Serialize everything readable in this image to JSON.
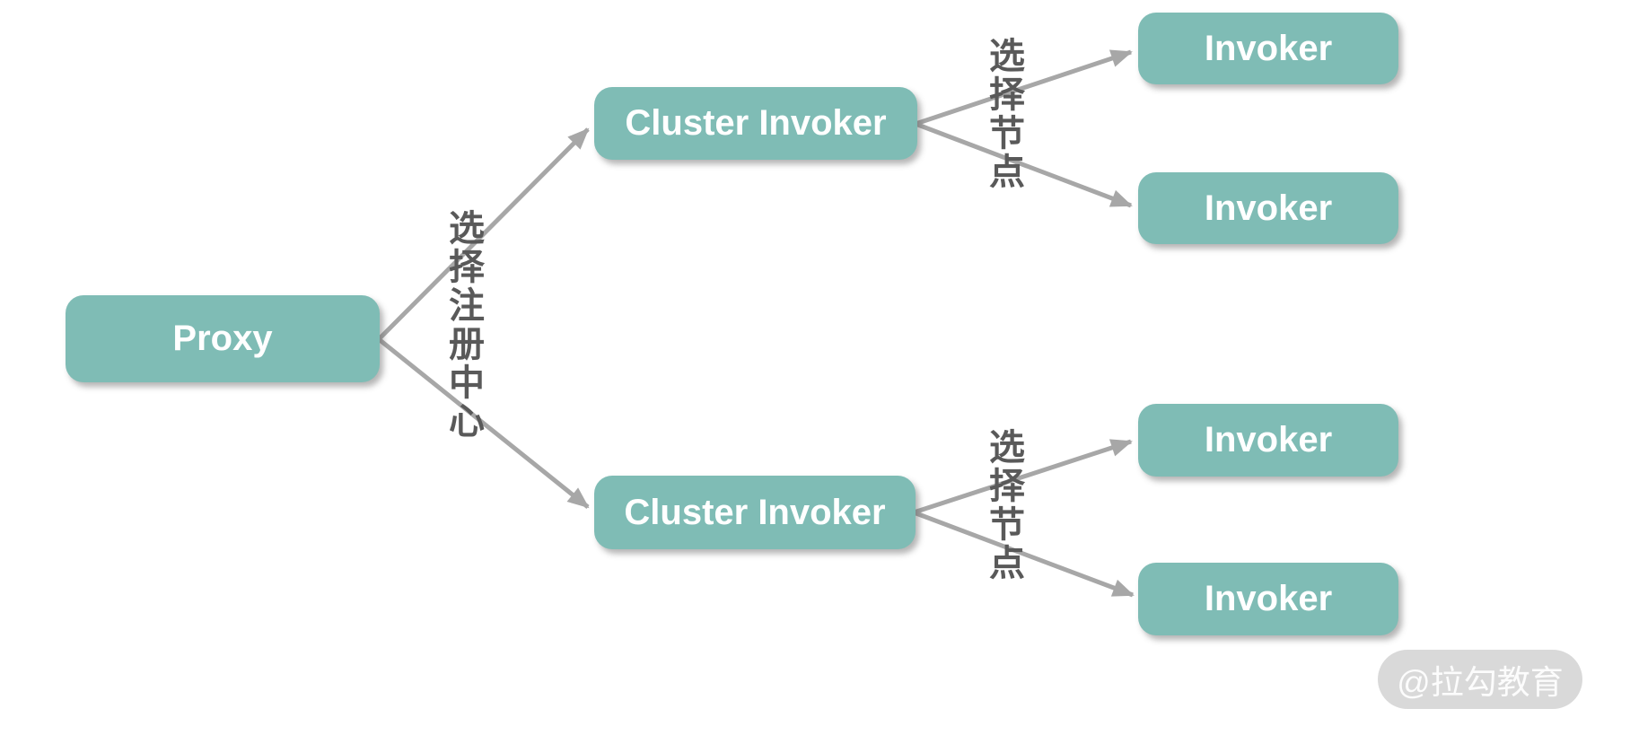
{
  "diagram": {
    "description": "Cluster Invoker selection flow",
    "colors": {
      "background": "#ffffff",
      "node_fill": "#7fbcb5",
      "node_text": "#ffffff",
      "edge": "#a7a7a7",
      "edge_label_text": "#595959",
      "watermark_bg": "#d9d9d9",
      "watermark_text": "#fcfcfc"
    }
  },
  "nodes": [
    {
      "id": "proxy",
      "label": "Proxy"
    },
    {
      "id": "cluster-invoker-top",
      "label": "Cluster Invoker"
    },
    {
      "id": "cluster-invoker-bottom",
      "label": "Cluster Invoker"
    },
    {
      "id": "invoker-top-1",
      "label": "Invoker"
    },
    {
      "id": "invoker-top-2",
      "label": "Invoker"
    },
    {
      "id": "invoker-bottom-1",
      "label": "Invoker"
    },
    {
      "id": "invoker-bottom-2",
      "label": "Invoker"
    }
  ],
  "edge_labels": [
    {
      "id": "select-registry",
      "text": "选择注册中心"
    },
    {
      "id": "select-node-top",
      "text": "选择节点"
    },
    {
      "id": "select-node-bottom",
      "text": "选择节点"
    }
  ],
  "edges": [
    {
      "from": "proxy",
      "to": "cluster-invoker-top",
      "label": "选择注册中心"
    },
    {
      "from": "proxy",
      "to": "cluster-invoker-bottom",
      "label": "选择注册中心"
    },
    {
      "from": "cluster-invoker-top",
      "to": "invoker-top-1",
      "label": "选择节点"
    },
    {
      "from": "cluster-invoker-top",
      "to": "invoker-top-2",
      "label": "选择节点"
    },
    {
      "from": "cluster-invoker-bottom",
      "to": "invoker-bottom-1",
      "label": "选择节点"
    },
    {
      "from": "cluster-invoker-bottom",
      "to": "invoker-bottom-2",
      "label": "选择节点"
    }
  ],
  "watermark": {
    "text": "@拉勾教育"
  }
}
